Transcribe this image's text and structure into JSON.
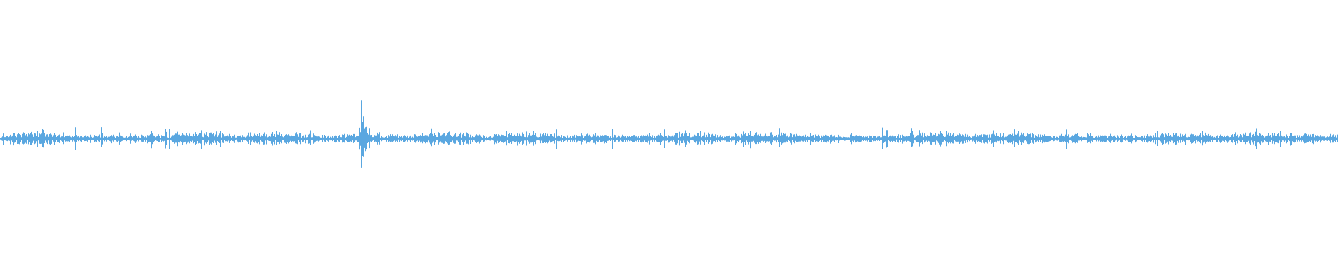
{
  "waveform": {
    "color": "#5aa7e0",
    "background": "#ffffff",
    "peak": {
      "position_fraction": 0.27,
      "amplitude_fraction": 0.3
    },
    "baseline_amplitude_fraction": 0.025,
    "cursor_visible": false
  }
}
